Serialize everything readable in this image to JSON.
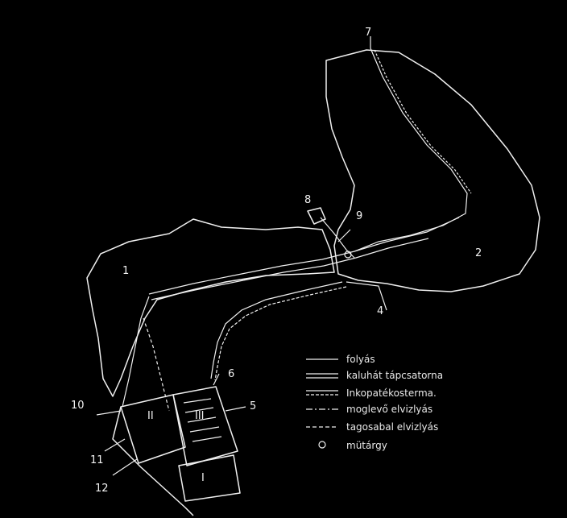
{
  "map": {
    "area_numbers": [
      "1",
      "2",
      "I",
      "II",
      "III"
    ],
    "point_numbers": [
      "4",
      "5",
      "6",
      "7",
      "8",
      "9",
      "10",
      "11",
      "12"
    ]
  },
  "legend": {
    "items": [
      {
        "label": "folyás",
        "style": "solid-thin"
      },
      {
        "label": "kaluhát tápcsatorna",
        "style": "double"
      },
      {
        "label": "Inkopatékosterma.",
        "style": "double-dashed"
      },
      {
        "label": "moglevő elvizlyás",
        "style": "dash-dot"
      },
      {
        "label": "tagosabal elvizlyás",
        "style": "dashed"
      },
      {
        "label": "mütárgy",
        "style": "marker"
      }
    ]
  }
}
